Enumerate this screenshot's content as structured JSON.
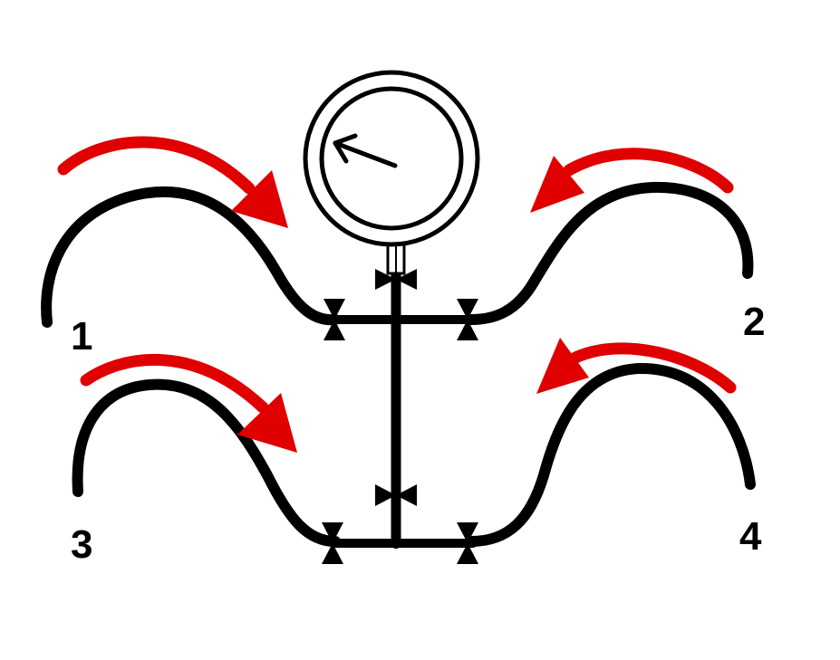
{
  "colors": {
    "pipe": "#000000",
    "flow_arrow": "#e00000",
    "background": "#ffffff"
  },
  "labels": {
    "line_1": "1",
    "line_2": "2",
    "line_3": "3",
    "line_4": "4"
  },
  "icons": {
    "gauge": "pressure-gauge-icon",
    "valve": "bowtie-valve-icon",
    "flow": "curved-red-arrow-icon"
  }
}
